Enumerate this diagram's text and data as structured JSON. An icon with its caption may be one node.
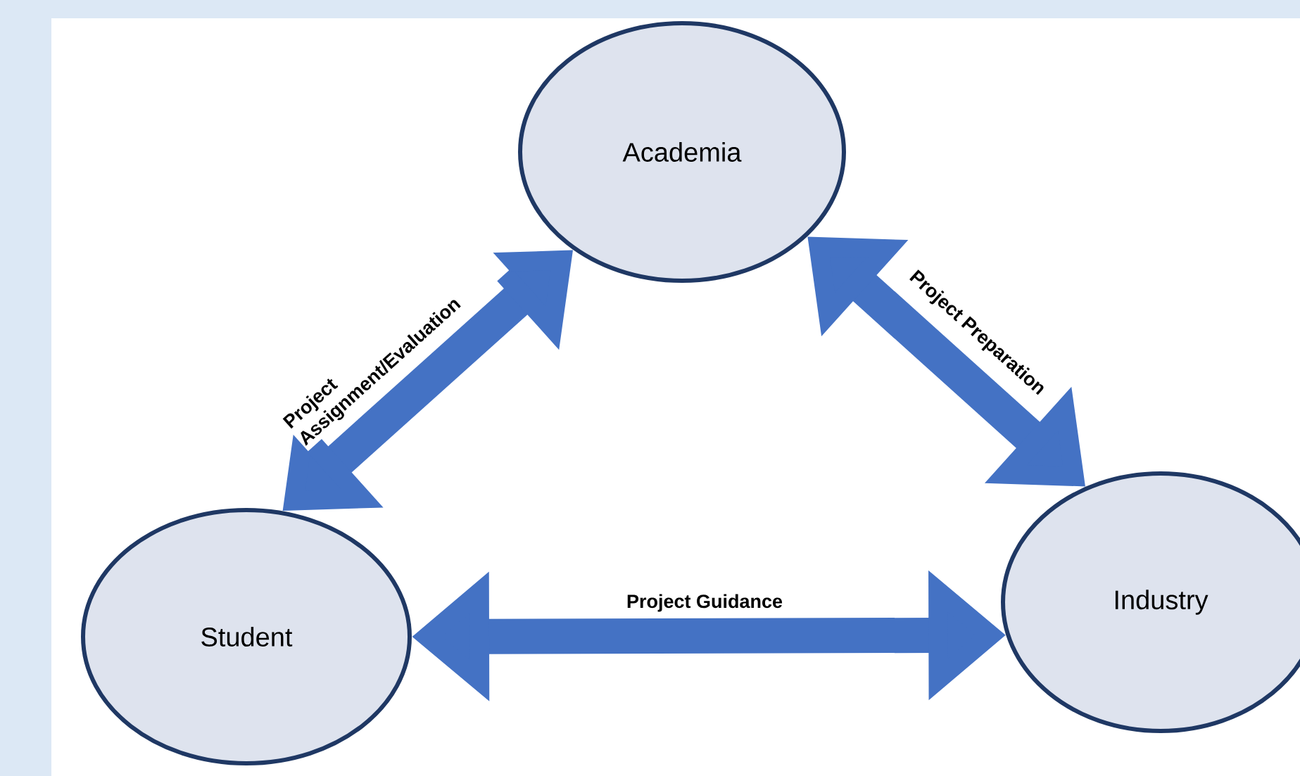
{
  "diagram": {
    "nodes": [
      {
        "text": [
          "Academia"
        ]
      },
      {
        "text": [
          "Student"
        ]
      },
      {
        "text": [
          "Industry"
        ]
      }
    ],
    "edges": [
      {
        "from": 1,
        "to": 0,
        "arrow": "both",
        "label": "Project Assignment/Evaluation"
      },
      {
        "from": 0,
        "to": 2,
        "arrow": "both",
        "label": "Project Preparation"
      },
      {
        "from": 1,
        "to": 2,
        "arrow": "both",
        "label": "Project Guidance"
      }
    ]
  }
}
